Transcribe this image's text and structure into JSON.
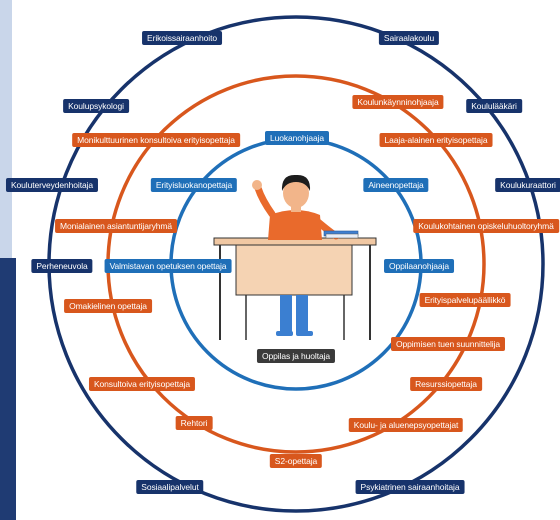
{
  "colors": {
    "outer_ring": "#17336b",
    "middle_ring": "#d8571d",
    "inner_ring": "#1f6fb8",
    "center_label": "#3a3a3a"
  },
  "center_label": "Oppilas ja huoltaja",
  "outer_labels": [
    "Erikoissairaanhoito",
    "Sairaalakoulu",
    "Koulupsykologi",
    "Koululääkäri",
    "Kouluterveydenhoitaja",
    "Koulukuraattori",
    "Perheneuvola",
    "Sosiaalipalvelut",
    "Psykiatrinen sairaanhoitaja"
  ],
  "middle_labels": [
    "Koulunkäynninohjaaja",
    "Monikulttuurinen konsultoiva erityisopettaja",
    "Laaja-alainen erityisopettaja",
    "Monialainen asiantuntijaryhmä",
    "Koulukohtainen opiskeluhuoltoryhmä",
    "Omakielinen opettaja",
    "Erityispalvelupäällikkö",
    "Oppimisen tuen suunnittelija",
    "Resurssiopettaja",
    "Konsultoiva erityisopettaja",
    "Rehtori",
    "Koulu- ja aluenepsyopettajat",
    "S2-opettaja"
  ],
  "inner_labels": [
    "Luokanohjaaja",
    "Erityisluokanopettaja",
    "Aineenopettaja",
    "Valmistavan opetuksen opettaja",
    "Oppilaanohjaaja"
  ]
}
